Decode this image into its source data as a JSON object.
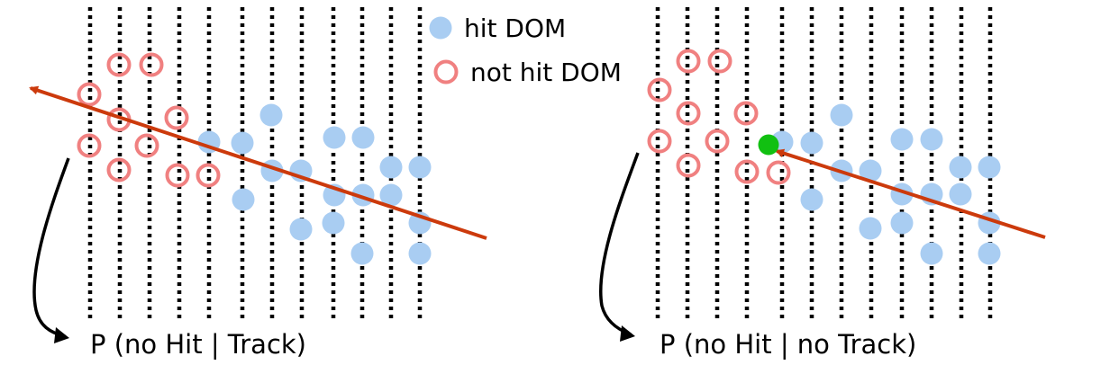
{
  "colors": {
    "hit": "#a9cdf2",
    "not_hit": "#f08080",
    "track": "#cc3a0c",
    "vertex": "#11c011",
    "string": "#000000"
  },
  "legend": {
    "hit_label": "hit DOM",
    "not_hit_label": "not hit DOM"
  },
  "panels": [
    {
      "caption": "P (no Hit | Track)"
    },
    {
      "caption": "P (no Hit | no Track)"
    }
  ],
  "icons": [
    "hit-dom-marker",
    "not-hit-dom-marker",
    "track-arrow",
    "curved-arrow-icon",
    "vertex-dot"
  ]
}
